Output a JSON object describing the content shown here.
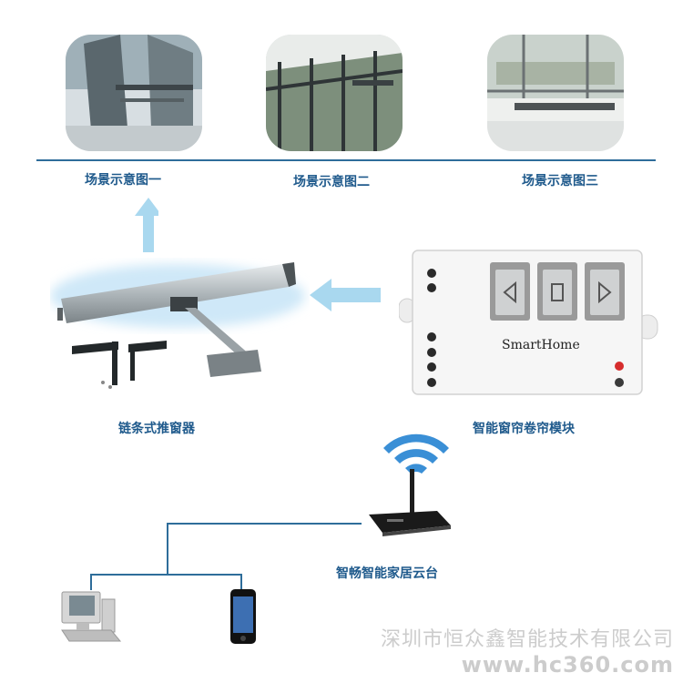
{
  "scenes": [
    {
      "caption": "场景示意图一",
      "icon": "window-scene-photo"
    },
    {
      "caption": "场景示意图二",
      "icon": "window-scene-photo"
    },
    {
      "caption": "场景示意图三",
      "icon": "window-scene-photo"
    }
  ],
  "actuator": {
    "caption": "链条式推窗器",
    "icon": "chain-window-opener-image"
  },
  "module": {
    "caption": "智能窗帘卷帘模块",
    "brand": "SmartHome",
    "icon": "smarthome-module-image"
  },
  "gateway": {
    "caption": "智畅智能家居云台",
    "icon": "wifi-router-image"
  },
  "clients": [
    {
      "icon": "desktop-computer-icon"
    },
    {
      "icon": "smartphone-icon"
    }
  ],
  "watermark": {
    "company": "深圳市恒众鑫智能技术有限公司",
    "url": "www.hc360.com"
  },
  "colors": {
    "caption": "#1f5a8c",
    "arrow": "#a9d8ef",
    "line": "#2e6d9a",
    "wifi": "#3a8fd6"
  }
}
